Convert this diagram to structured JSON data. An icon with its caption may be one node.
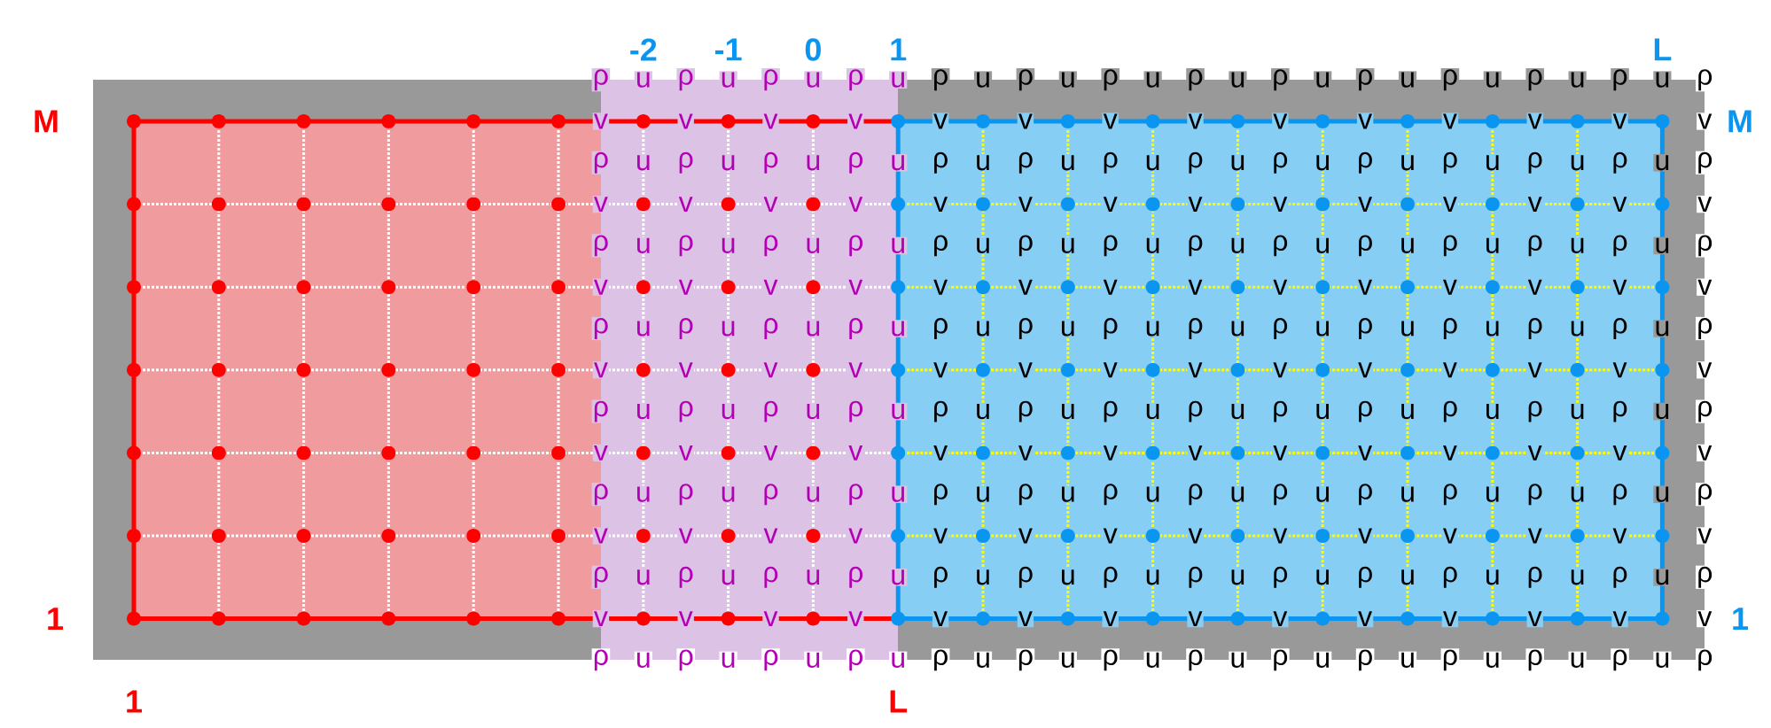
{
  "diagram": {
    "labels": [
      "-2",
      "-1",
      "0",
      "1",
      "L",
      "ρ",
      "u",
      "ρ",
      "u",
      "ρ",
      "u",
      "ρ",
      "u",
      "ρ",
      "u",
      "ρ",
      "u",
      "ρ",
      "u",
      "ρ",
      "u",
      "ρ",
      "u",
      "ρ",
      "u",
      "ρ",
      "u",
      "ρ",
      "u",
      "ρ",
      "u",
      "ρ",
      "M",
      "v",
      "v",
      "v",
      "v",
      "v",
      "v",
      "v",
      "v",
      "v",
      "v",
      "v",
      "v",
      "v",
      "v",
      "M",
      "ρ",
      "u",
      "ρ",
      "u",
      "ρ",
      "u",
      "ρ",
      "u",
      "ρ",
      "u",
      "ρ",
      "u",
      "ρ",
      "u",
      "ρ",
      "u",
      "ρ",
      "u",
      "ρ",
      "u",
      "ρ",
      "u",
      "ρ",
      "u",
      "ρ",
      "u",
      "ρ",
      "v",
      "v",
      "v",
      "v",
      "v",
      "v",
      "v",
      "v",
      "v",
      "v",
      "v",
      "v",
      "v",
      "v",
      "ρ",
      "u",
      "ρ",
      "u",
      "ρ",
      "u",
      "ρ",
      "u",
      "ρ",
      "u",
      "ρ",
      "u",
      "ρ",
      "u",
      "ρ",
      "u",
      "ρ",
      "u",
      "ρ",
      "u",
      "ρ",
      "u",
      "ρ",
      "u",
      "ρ",
      "u",
      "ρ",
      "v",
      "v",
      "v",
      "v",
      "v",
      "v",
      "v",
      "v",
      "v",
      "v",
      "v",
      "v",
      "v",
      "v",
      "ρ",
      "u",
      "ρ",
      "u",
      "ρ",
      "u",
      "ρ",
      "u",
      "ρ",
      "u",
      "ρ",
      "u",
      "ρ",
      "u",
      "ρ",
      "u",
      "ρ",
      "u",
      "ρ",
      "u",
      "ρ",
      "u",
      "ρ",
      "u",
      "ρ",
      "u",
      "ρ",
      "v",
      "v",
      "v",
      "v",
      "v",
      "v",
      "v",
      "v",
      "v",
      "v",
      "v",
      "v",
      "v",
      "v",
      "ρ",
      "u",
      "ρ",
      "u",
      "ρ",
      "u",
      "ρ",
      "u",
      "ρ",
      "u",
      "ρ",
      "u",
      "ρ",
      "u",
      "ρ",
      "u",
      "ρ",
      "u",
      "ρ",
      "u",
      "ρ",
      "u",
      "ρ",
      "u",
      "ρ",
      "u",
      "ρ",
      "v",
      "v",
      "v",
      "v",
      "v",
      "v",
      "v",
      "v",
      "v",
      "v",
      "v",
      "v",
      "v",
      "v",
      "ρ",
      "u",
      "ρ",
      "u",
      "ρ",
      "u",
      "ρ",
      "u",
      "ρ",
      "u",
      "ρ",
      "u",
      "ρ",
      "u",
      "ρ",
      "u",
      "ρ",
      "u",
      "ρ",
      "u",
      "ρ",
      "u",
      "ρ",
      "u",
      "ρ",
      "u",
      "ρ",
      "v",
      "v",
      "v",
      "v",
      "v",
      "v",
      "v",
      "v",
      "v",
      "v",
      "v",
      "v",
      "v",
      "v",
      "ρ",
      "u",
      "ρ",
      "u",
      "ρ",
      "u",
      "ρ",
      "u",
      "ρ",
      "u",
      "ρ",
      "u",
      "ρ",
      "u",
      "ρ",
      "u",
      "ρ",
      "u",
      "ρ",
      "u",
      "ρ",
      "u",
      "ρ",
      "u",
      "ρ",
      "u",
      "ρ",
      "1",
      "v",
      "v",
      "v",
      "v",
      "v",
      "v",
      "v",
      "v",
      "v",
      "v",
      "v",
      "v",
      "v",
      "v",
      "1",
      "ρ",
      "u",
      "ρ",
      "u",
      "ρ",
      "u",
      "ρ",
      "u",
      "ρ",
      "u",
      "ρ",
      "u",
      "ρ",
      "u",
      "ρ",
      "u",
      "ρ",
      "u",
      "ρ",
      "u",
      "ρ",
      "u",
      "ρ",
      "u",
      "ρ",
      "u",
      "ρ",
      "1",
      "L"
    ]
  }
}
